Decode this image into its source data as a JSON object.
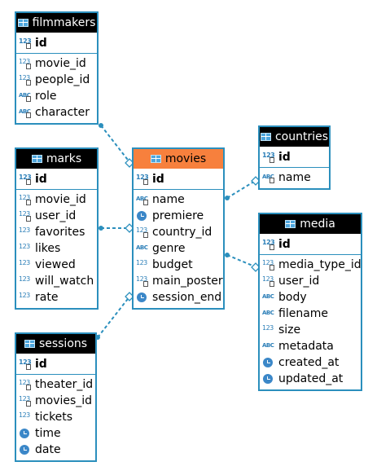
{
  "tables": {
    "filmmakers": {
      "title": "filmmakers",
      "pk": "id",
      "columns": [
        {
          "name": "movie_id",
          "type": "num",
          "key": true
        },
        {
          "name": "people_id",
          "type": "num",
          "key": true
        },
        {
          "name": "role",
          "type": "txt",
          "key": true
        },
        {
          "name": "character",
          "type": "txt",
          "key": true
        }
      ]
    },
    "marks": {
      "title": "marks",
      "pk": "id",
      "columns": [
        {
          "name": "movie_id",
          "type": "num",
          "key": true
        },
        {
          "name": "user_id",
          "type": "num",
          "key": true
        },
        {
          "name": "favorites",
          "type": "num"
        },
        {
          "name": "likes",
          "type": "num"
        },
        {
          "name": "viewed",
          "type": "num"
        },
        {
          "name": "will_watch",
          "type": "num"
        },
        {
          "name": "rate",
          "type": "num"
        }
      ]
    },
    "movies": {
      "title": "movies",
      "pk": "id",
      "columns": [
        {
          "name": "name",
          "type": "txt",
          "key": true
        },
        {
          "name": "premiere",
          "type": "time"
        },
        {
          "name": "country_id",
          "type": "num",
          "key": true
        },
        {
          "name": "genre",
          "type": "txt"
        },
        {
          "name": "budget",
          "type": "num"
        },
        {
          "name": "main_poster",
          "type": "num",
          "key": true
        },
        {
          "name": "session_end",
          "type": "time"
        }
      ]
    },
    "countries": {
      "title": "countries",
      "pk": "id",
      "columns": [
        {
          "name": "name",
          "type": "txt",
          "key": true
        }
      ]
    },
    "media": {
      "title": "media",
      "pk": "id",
      "columns": [
        {
          "name": "media_type_id",
          "type": "num",
          "key": true
        },
        {
          "name": "user_id",
          "type": "num",
          "key": true
        },
        {
          "name": "body",
          "type": "txt"
        },
        {
          "name": "filename",
          "type": "txt"
        },
        {
          "name": "size",
          "type": "num"
        },
        {
          "name": "metadata",
          "type": "txt"
        },
        {
          "name": "created_at",
          "type": "time"
        },
        {
          "name": "updated_at",
          "type": "time"
        }
      ]
    },
    "sessions": {
      "title": "sessions",
      "pk": "id",
      "columns": [
        {
          "name": "theater_id",
          "type": "num",
          "key": true
        },
        {
          "name": "movies_id",
          "type": "num",
          "key": true
        },
        {
          "name": "tickets",
          "type": "num"
        },
        {
          "name": "time",
          "type": "time"
        },
        {
          "name": "date",
          "type": "time"
        }
      ]
    }
  },
  "relations": [
    {
      "from": "filmmakers",
      "to": "movies"
    },
    {
      "from": "marks",
      "to": "movies"
    },
    {
      "from": "sessions",
      "to": "movies"
    },
    {
      "from": "movies",
      "to": "countries"
    },
    {
      "from": "movies",
      "to": "media"
    }
  ],
  "colors": {
    "border": "#2b8fbd",
    "header": "#000000",
    "main_header": "#f7803d",
    "link": "#2b8fbd"
  }
}
